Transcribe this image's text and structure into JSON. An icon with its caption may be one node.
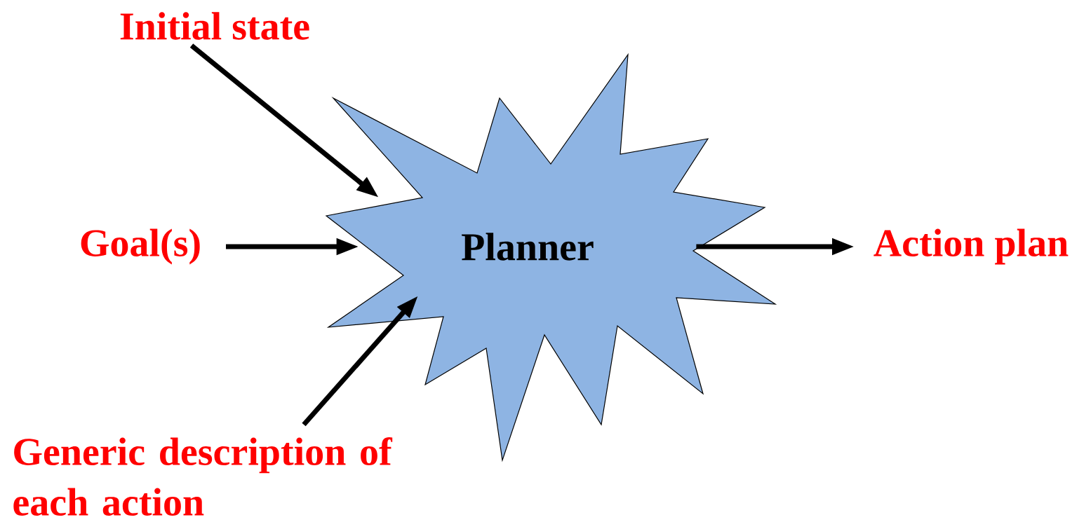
{
  "diagram": {
    "nodes": [
      {
        "text": [
          "Initial state"
        ]
      },
      {
        "text": [
          "Goal(s)"
        ]
      },
      {
        "text": [
          "Planner"
        ]
      },
      {
        "text": [
          "Action plan"
        ]
      },
      {
        "text": [
          "Generic description of each action"
        ]
      }
    ],
    "edges": [
      {
        "from": 0,
        "to": 2,
        "arrow": "to"
      },
      {
        "from": 1,
        "to": 2,
        "arrow": "to"
      },
      {
        "from": 4,
        "to": 2,
        "arrow": "to"
      },
      {
        "from": 2,
        "to": 3,
        "arrow": "to"
      }
    ]
  }
}
